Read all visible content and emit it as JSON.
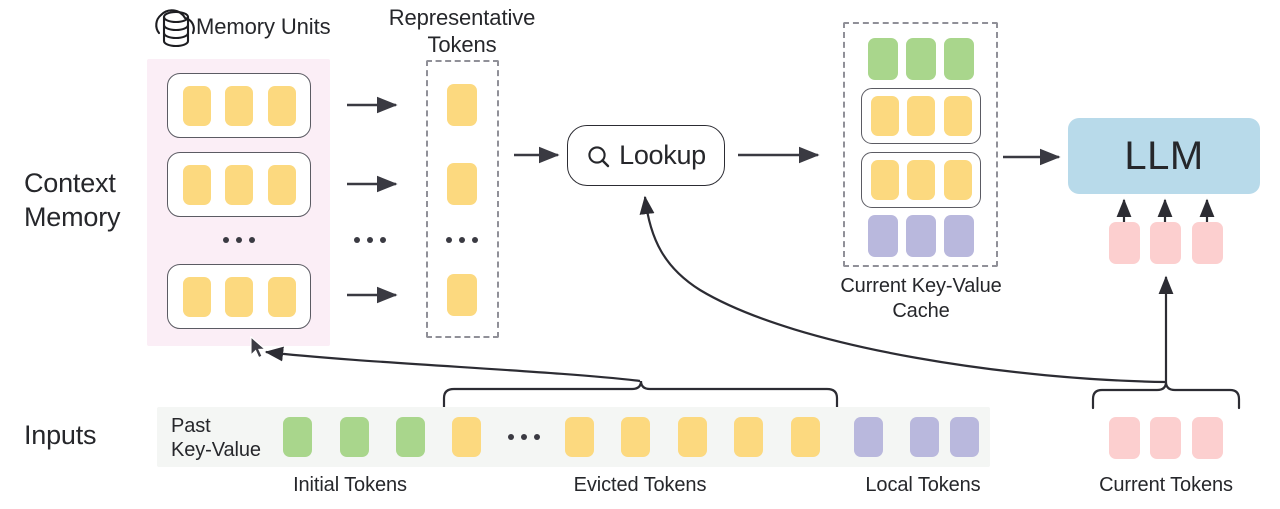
{
  "diagram": {
    "title": "Context Memory with Memory Units and Key-Value Cache",
    "colors": {
      "token_yellow": "#fcd97f",
      "token_green": "#a9d68c",
      "token_purple": "#b9b8dd",
      "token_pink": "#fccfcf",
      "llm_blue": "#b8daea",
      "context_panel_pink": "#fbeef6",
      "inputs_strip_gray": "#f4f6f4",
      "stroke_dark": "#2c2c33",
      "stroke_dashed": "#909098"
    }
  },
  "row_labels": {
    "context_memory_line1": "Context",
    "context_memory_line2": "Memory",
    "inputs": "Inputs"
  },
  "memory_units": {
    "icon": "cloud-database-icon",
    "heading": "Memory Units",
    "ellipsis": "…",
    "units": [
      {
        "name": "memory-unit-1",
        "tokens": [
          "yellow",
          "yellow",
          "yellow"
        ]
      },
      {
        "name": "memory-unit-2",
        "tokens": [
          "yellow",
          "yellow",
          "yellow"
        ]
      },
      {
        "name": "memory-unit-n",
        "tokens": [
          "yellow",
          "yellow",
          "yellow"
        ]
      }
    ]
  },
  "representative_tokens": {
    "heading_line1": "Representative",
    "heading_line2": "Tokens",
    "ellipsis": "…",
    "tokens": [
      "yellow",
      "yellow",
      "yellow"
    ]
  },
  "arrow_ellipsis": "…",
  "lookup": {
    "icon": "search-icon",
    "label": "Lookup"
  },
  "kv_cache": {
    "caption_line1": "Current Key-Value",
    "caption_line2": "Cache",
    "rows": [
      {
        "name": "kv-row-initial",
        "color": "green",
        "boxed": false,
        "count": 3
      },
      {
        "name": "kv-row-retrieved-1",
        "color": "yellow",
        "boxed": true,
        "count": 3
      },
      {
        "name": "kv-row-retrieved-2",
        "color": "yellow",
        "boxed": true,
        "count": 3
      },
      {
        "name": "kv-row-local",
        "color": "purple",
        "boxed": false,
        "count": 3
      }
    ]
  },
  "llm": {
    "label": "LLM"
  },
  "current_tokens_column": {
    "tokens": [
      "pink",
      "pink",
      "pink"
    ]
  },
  "inputs": {
    "past_kv_line1": "Past",
    "past_kv_line2": "Key-Value",
    "ellipsis": "…",
    "sequence": [
      {
        "color": "green"
      },
      {
        "color": "green"
      },
      {
        "color": "green"
      },
      {
        "color": "yellow"
      },
      {
        "color": "ellipsis"
      },
      {
        "color": "yellow"
      },
      {
        "color": "yellow"
      },
      {
        "color": "yellow"
      },
      {
        "color": "yellow"
      },
      {
        "color": "yellow"
      },
      {
        "color": "purple"
      },
      {
        "color": "purple"
      },
      {
        "color": "purple"
      }
    ],
    "group_labels": {
      "initial": "Initial Tokens",
      "evicted": "Evicted Tokens",
      "local": "Local Tokens",
      "current": "Current Tokens"
    },
    "current_tokens": [
      "pink",
      "pink",
      "pink"
    ]
  }
}
